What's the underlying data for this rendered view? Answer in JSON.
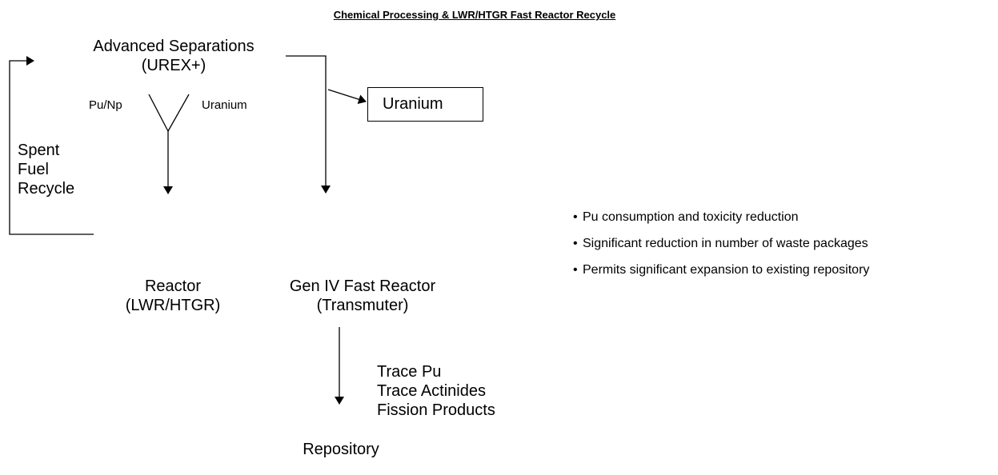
{
  "title": "Chemical Processing & LWR/HTGR Fast Reactor Recycle",
  "separations": {
    "line1": "Advanced Separations",
    "line2": "(UREX+)"
  },
  "branches": {
    "left": "Pu/Np",
    "right": "Uranium"
  },
  "uranium_box": "Uranium",
  "recycle": {
    "line1": "Spent",
    "line2": "Fuel",
    "line3": "Recycle"
  },
  "reactor": {
    "line1": "Reactor",
    "line2": "(LWR/HTGR)"
  },
  "fast_reactor": {
    "line1": "Gen IV Fast Reactor",
    "line2": "(Transmuter)"
  },
  "outputs": {
    "line1": "Trace Pu",
    "line2": "Trace Actinides",
    "line3": "Fission Products"
  },
  "repository": "Repository",
  "bullet_char": "•",
  "benefits": [
    "Pu consumption and toxicity reduction",
    "Significant reduction in number of waste packages",
    "Permits significant expansion to existing repository"
  ]
}
